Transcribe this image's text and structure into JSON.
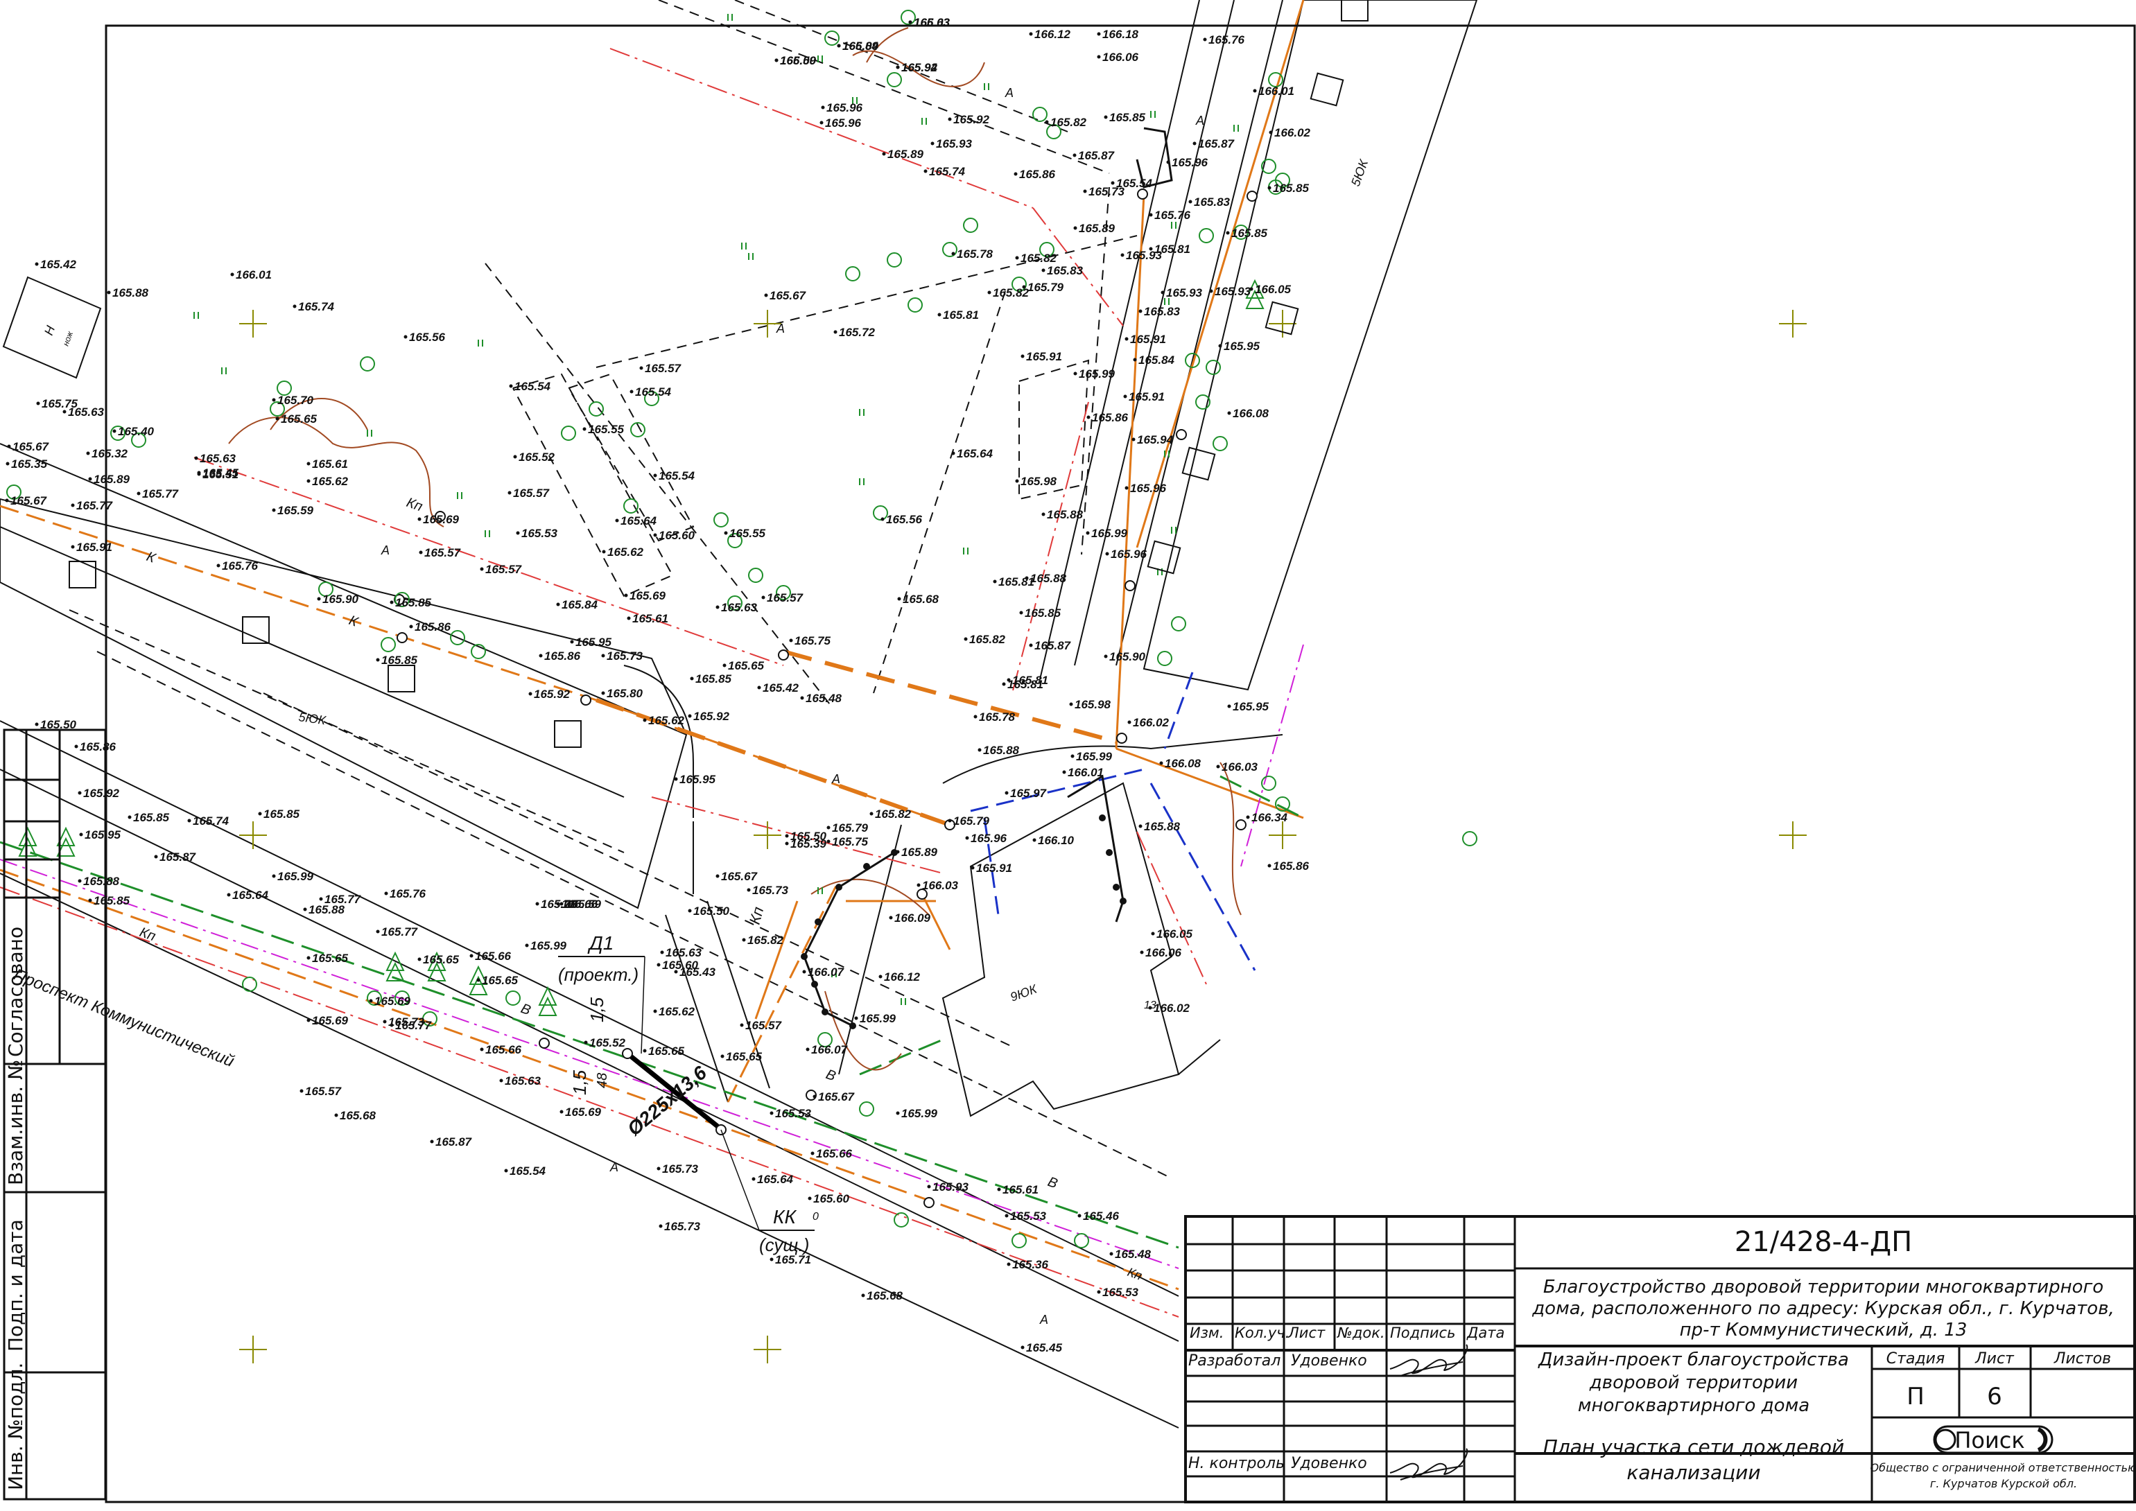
{
  "drawing_number": "21/428-4-ДП",
  "project_title": "Благоустройство дворовой территории многоквартирного дома, расположенного по адресу: Курская обл., г. Курчатов, пр-т Коммунистический, д. 13",
  "design_title": "Дизайн-проект благоустройства дворовой территории многоквартирного дома",
  "sheet_title": "План участка сети дождевой канализации",
  "header_cells": [
    "Изм.",
    "Кол.уч.",
    "Лист",
    "№док.",
    "Подпись",
    "Дата"
  ],
  "staff": [
    {
      "role": "Разработал",
      "name": "Удовенко"
    },
    {
      "role": "Н. контроль",
      "name": "Удовенко"
    }
  ],
  "stage": {
    "stage_label": "Стадия",
    "sheet_label": "Лист",
    "sheets_label": "Листов",
    "stage_value": "П",
    "sheet_value": "6",
    "sheets_value": ""
  },
  "company": {
    "logo": "Поиск",
    "name": "Общество с ограниченной ответственностью",
    "city": "г. Курчатов Курской обл."
  },
  "left_stamp": [
    "Согласовано",
    "Взам.инв. №",
    "Подп. и дата",
    "Инв. №подл."
  ],
  "labels": {
    "street": "Проспект Коммунистический",
    "pipe": "Ø225х13,6",
    "d1": "Д1",
    "d1_sub": "(проект.)",
    "kk": "КК",
    "kk_sub": "(сущ.)",
    "dim_a": "1,5",
    "dim_b": "1,5",
    "dim_c": "48",
    "bld_5uk_a": "5ЮК",
    "bld_5uk_b": "5ЮК",
    "bld_9uk": "9ЮК",
    "bld_h": "Н",
    "bld_h_sub": "нож",
    "kp1": "Кп",
    "kp2": "Кп",
    "kp3": "Кп",
    "kp4": "Кп",
    "k1": "К",
    "k2": "К",
    "b1": "В",
    "b2": "В",
    "b3": "В",
    "a1": "А",
    "a2": "А",
    "a3": "А",
    "a4": "А",
    "a5": "А",
    "a6": "А",
    "a7": "А",
    "n13": "13",
    "n0": "0"
  },
  "elevations": [
    "166.03",
    "166.09",
    "165.94",
    "166.00",
    "165.96",
    "165.92",
    "165.96",
    "165.93",
    "165.89",
    "165.74",
    "165.86",
    "166.12",
    "166.18",
    "166.06",
    "165.76",
    "165.82",
    "165.87",
    "165.85",
    "165.87",
    "165.73",
    "165.89",
    "165.54",
    "165.76",
    "165.83",
    "165.81",
    "166.01",
    "166.02",
    "165.85",
    "165.85",
    "165.93",
    "166.05",
    "165.95",
    "165.96",
    "165.93",
    "165.83",
    "165.91",
    "165.84",
    "165.91",
    "165.93",
    "166.08",
    "165.94",
    "165.96",
    "165.99",
    "165.96",
    "165.90",
    "165.81",
    "165.78",
    "165.82",
    "165.83",
    "165.79",
    "165.82",
    "165.81",
    "165.67",
    "165.72",
    "165.91",
    "165.99",
    "165.86",
    "165.64",
    "165.98",
    "165.88",
    "165.56",
    "165.68",
    "165.81",
    "165.88",
    "165.85",
    "165.82",
    "165.87",
    "165.81",
    "165.98",
    "165.75",
    "165.48",
    "165.42",
    "165.65",
    "165.78",
    "165.88",
    "165.99",
    "166.02",
    "166.08",
    "166.03",
    "165.95",
    "166.01",
    "165.97",
    "165.82",
    "165.79",
    "165.96",
    "166.10",
    "165.91",
    "165.88",
    "166.34",
    "165.86",
    "166.05",
    "166.06",
    "166.02",
    "165.79",
    "165.75",
    "165.89",
    "166.03",
    "165.67",
    "165.73",
    "165.82",
    "166.09",
    "166.07",
    "166.12",
    "165.99",
    "165.57",
    "166.07",
    "165.67",
    "165.99",
    "165.93",
    "165.61",
    "165.53",
    "165.46",
    "165.48",
    "165.36",
    "165.53",
    "165.42",
    "165.88",
    "166.01",
    "165.74",
    "165.56",
    "165.57",
    "165.54",
    "165.54",
    "165.52",
    "165.55",
    "165.54",
    "165.57",
    "165.53",
    "165.62",
    "165.60",
    "165.64",
    "165.55",
    "165.57",
    "165.63",
    "165.69",
    "165.61",
    "165.84",
    "165.70",
    "165.65",
    "165.63",
    "165.61",
    "165.62",
    "165.51",
    "165.45",
    "165.40",
    "165.32",
    "165.89",
    "165.77",
    "165.59",
    "165.69",
    "165.57",
    "165.57",
    "165.50",
    "165.39",
    "165.63",
    "165.75",
    "165.67",
    "165.35",
    "165.67",
    "165.77",
    "165.91",
    "165.76",
    "165.90",
    "165.85",
    "165.86",
    "165.92",
    "165.95",
    "165.85",
    "165.86",
    "165.73",
    "165.80",
    "165.62",
    "165.85",
    "165.92",
    "165.95",
    "165.66",
    "165.50",
    "165.86",
    "165.92",
    "165.95",
    "165.85",
    "165.74",
    "165.85",
    "165.87",
    "165.99",
    "165.88",
    "165.77",
    "165.76",
    "165.88",
    "165.85",
    "165.64",
    "165.65",
    "165.77",
    "165.65",
    "165.66",
    "165.65",
    "165.69",
    "165.73",
    "165.77",
    "165.69",
    "165.66",
    "165.63",
    "165.69",
    "165.52",
    "165.57",
    "165.68",
    "165.87",
    "165.54",
    "165.73",
    "165.73",
    "165.71",
    "165.68",
    "165.45",
    "165.65",
    "165.64",
    "165.60",
    "165.53",
    "165.66",
    "165.65",
    "165.62",
    "165.60",
    "165.63",
    "165.43",
    "165.50",
    "165.59",
    "165.78",
    "165.99",
    "165.63",
    "165.84",
    "165.92",
    "165.59"
  ]
}
